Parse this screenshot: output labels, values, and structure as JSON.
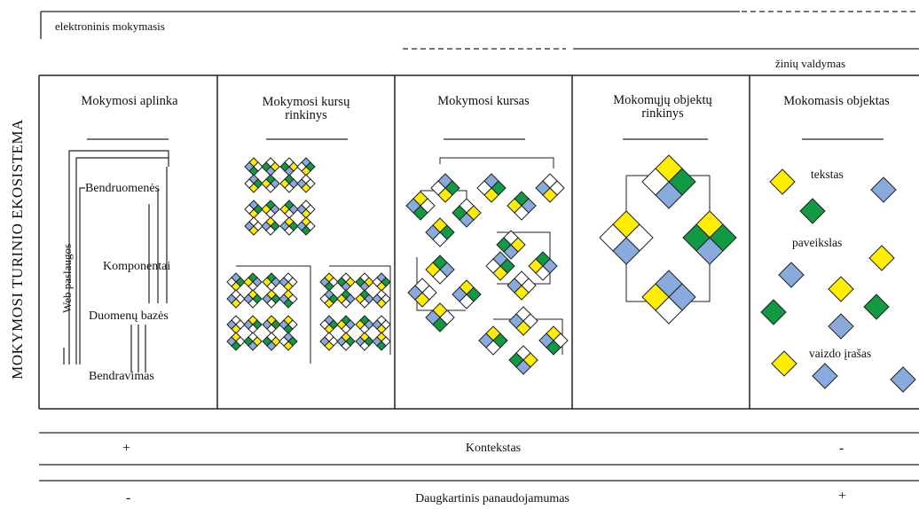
{
  "side_title": "MOKYMOSI TURINIO EKOSISTEMA",
  "top_labels": {
    "elearning": "elektroninis mokymasis",
    "knowledge": "žinių valdymas"
  },
  "panels": [
    {
      "title": "Mokymosi aplinka"
    },
    {
      "title_line1": "Mokymosi kursų",
      "title_line2": "rinkinys"
    },
    {
      "title": "Mokymosi kursas"
    },
    {
      "title_line1": "Mokomųjų objektų",
      "title_line2": "rinkinys"
    },
    {
      "title": "Mokomasis objektas"
    }
  ],
  "environment": {
    "web": "Web paslaugos",
    "community": "Bendruomenės",
    "components": "Komponentai",
    "databases": "Duomenų bazės",
    "communication": "Bendravimas"
  },
  "object_labels": {
    "text": "tekstas",
    "image": "paveikslas",
    "video": "vaizdo įrašas"
  },
  "rows": [
    {
      "left": "+",
      "label": "Kontekstas",
      "right": "-"
    },
    {
      "left": "-",
      "label": "Daugkartinis panaudojamumas",
      "right": "+"
    }
  ],
  "colors": {
    "yellow": "#ffee00",
    "green": "#119944",
    "blue": "#88aadd",
    "white": "#ffffff",
    "line": "#222222"
  }
}
